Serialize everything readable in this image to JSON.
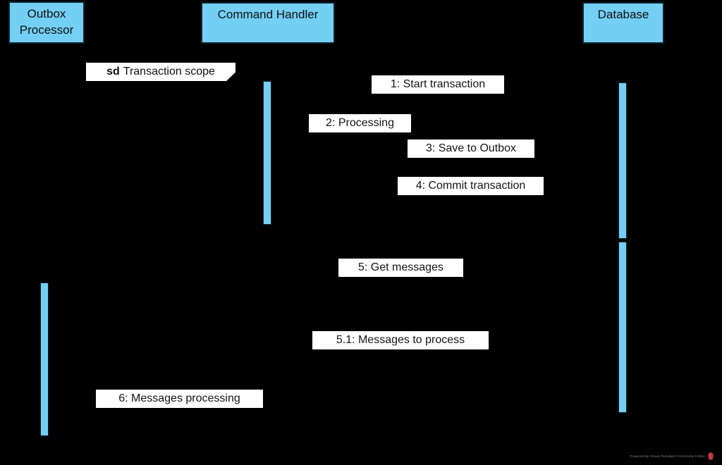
{
  "diagram": {
    "type": "uml-sequence-diagram",
    "background_color": "#000000",
    "participant_fill_color": "#73CFF3",
    "participant_border_color": "#0d2731",
    "message_label_bg_color": "#ffffff",
    "text_color": "#101010"
  },
  "participants": [
    {
      "name": "Outbox Processor",
      "line1": "Outbox",
      "line2": "Processor"
    },
    {
      "name": "Command Handler",
      "line1": "Command Handler",
      "line2": ""
    },
    {
      "name": "Database",
      "line1": "Database",
      "line2": ""
    }
  ],
  "frame": {
    "keyword": "sd",
    "title": "Transaction scope"
  },
  "messages": [
    {
      "label": "1: Start transaction"
    },
    {
      "label": "2: Processing"
    },
    {
      "label": "3: Save to Outbox"
    },
    {
      "label": "4: Commit transaction"
    },
    {
      "label": "5: Get messages"
    },
    {
      "label": "5.1: Messages to process"
    },
    {
      "label": "6: Messages processing"
    }
  ],
  "watermark": {
    "text": "Powered By Visual Paradigm Community Edition",
    "logo_color": "#c0393f"
  }
}
